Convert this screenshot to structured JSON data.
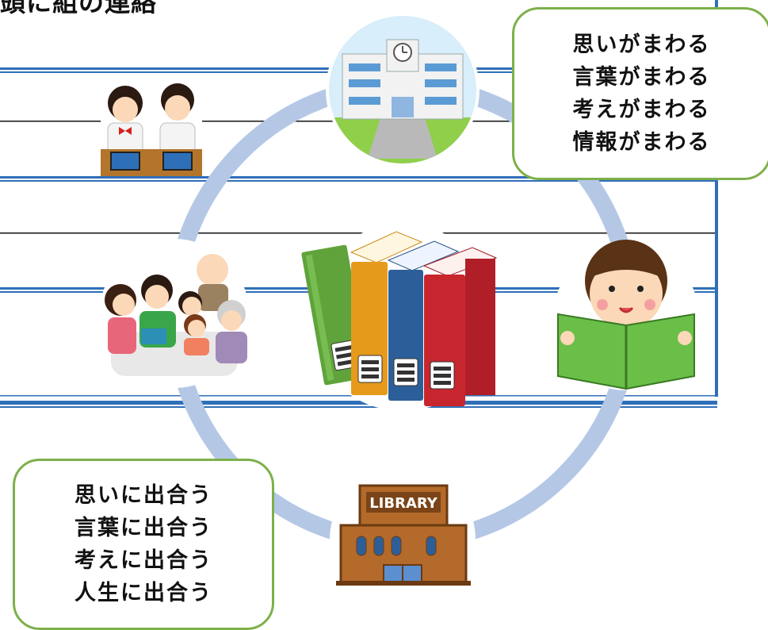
{
  "title_fragment": "頭に組の連絡",
  "callout_top": {
    "lines": [
      "思いがまわる",
      "言葉がまわる",
      "考えがまわる",
      "情報がまわる"
    ]
  },
  "callout_bottom": {
    "lines": [
      "思いに出合う",
      "言葉に出合う",
      "考えに出合う",
      "人生に出合う"
    ]
  },
  "library_sign": "LIBRARY",
  "colors": {
    "ring": "#b4c8e6",
    "callout_border": "#7db04a",
    "band_blue": "#2f6fb8",
    "book_green": "#5fa33a",
    "book_orange": "#e69a1c",
    "book_blue": "#2c5f9a",
    "book_red": "#c8262e"
  },
  "icons": [
    "school-icon",
    "students-icon",
    "family-reading-icon",
    "books-icon",
    "boy-reading-icon",
    "library-building-icon"
  ]
}
